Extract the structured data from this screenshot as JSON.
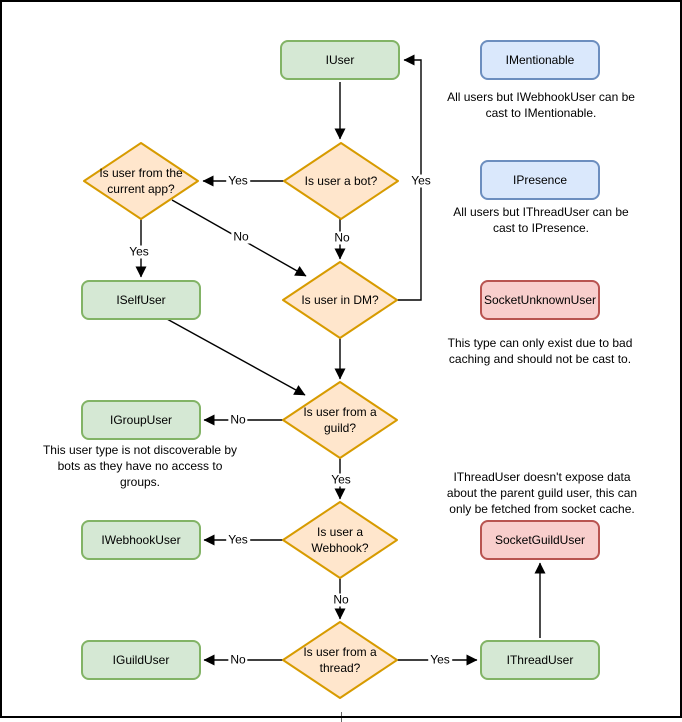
{
  "nodes": {
    "iuser": "IUser",
    "imentionable": "IMentionable",
    "ipresence": "IPresence",
    "socket_unknown_user": "SocketUnknownUser",
    "iselfuser": "ISelfUser",
    "igroupuser": "IGroupUser",
    "iwebhookuser": "IWebhookUser",
    "socket_guild_user": "SocketGuildUser",
    "iguilduser": "IGuildUser",
    "ithreaduser": "IThreadUser"
  },
  "decisions": {
    "is_bot": "Is user a bot?",
    "is_current_app": "Is user from the\ncurrent app?",
    "is_dm": "Is user in DM?",
    "is_guild": "Is user from a\nguild?",
    "is_webhook": "Is user a\nWebhook?",
    "is_thread": "Is user from a\nthread?"
  },
  "edge_labels": {
    "bot_yes": "Yes",
    "bot_no": "No",
    "current_app_yes": "Yes",
    "current_app_no": "No",
    "dm_yes": "Yes",
    "guild_no": "No",
    "guild_yes": "Yes",
    "webhook_yes": "Yes",
    "webhook_no": "No",
    "thread_no": "No",
    "thread_yes": "Yes"
  },
  "notes": {
    "mentionable": "All users but IWebhookUser can be\ncast to IMentionable.",
    "presence": "All users but IThreadUser can be\ncast to IPresence.",
    "unknown_user": "This type can only exist due to bad\ncaching and should not be cast to.",
    "group_user": "This user type is not discoverable by\nbots as they have no access to\ngroups.",
    "thread_user": "IThreadUser doesn't expose data\nabout the parent guild user, this can\nonly be fetched from socket cache."
  },
  "colors": {
    "interface_fill": "#d5e8d4",
    "interface_stroke": "#82b366",
    "castable_fill": "#dae8fc",
    "castable_stroke": "#6c8ebf",
    "decision_fill": "#ffe6cc",
    "decision_stroke": "#d79b00",
    "socket_fill": "#f8cecc",
    "socket_stroke": "#b85450",
    "connector": "#000000",
    "background": "#ffffff"
  }
}
